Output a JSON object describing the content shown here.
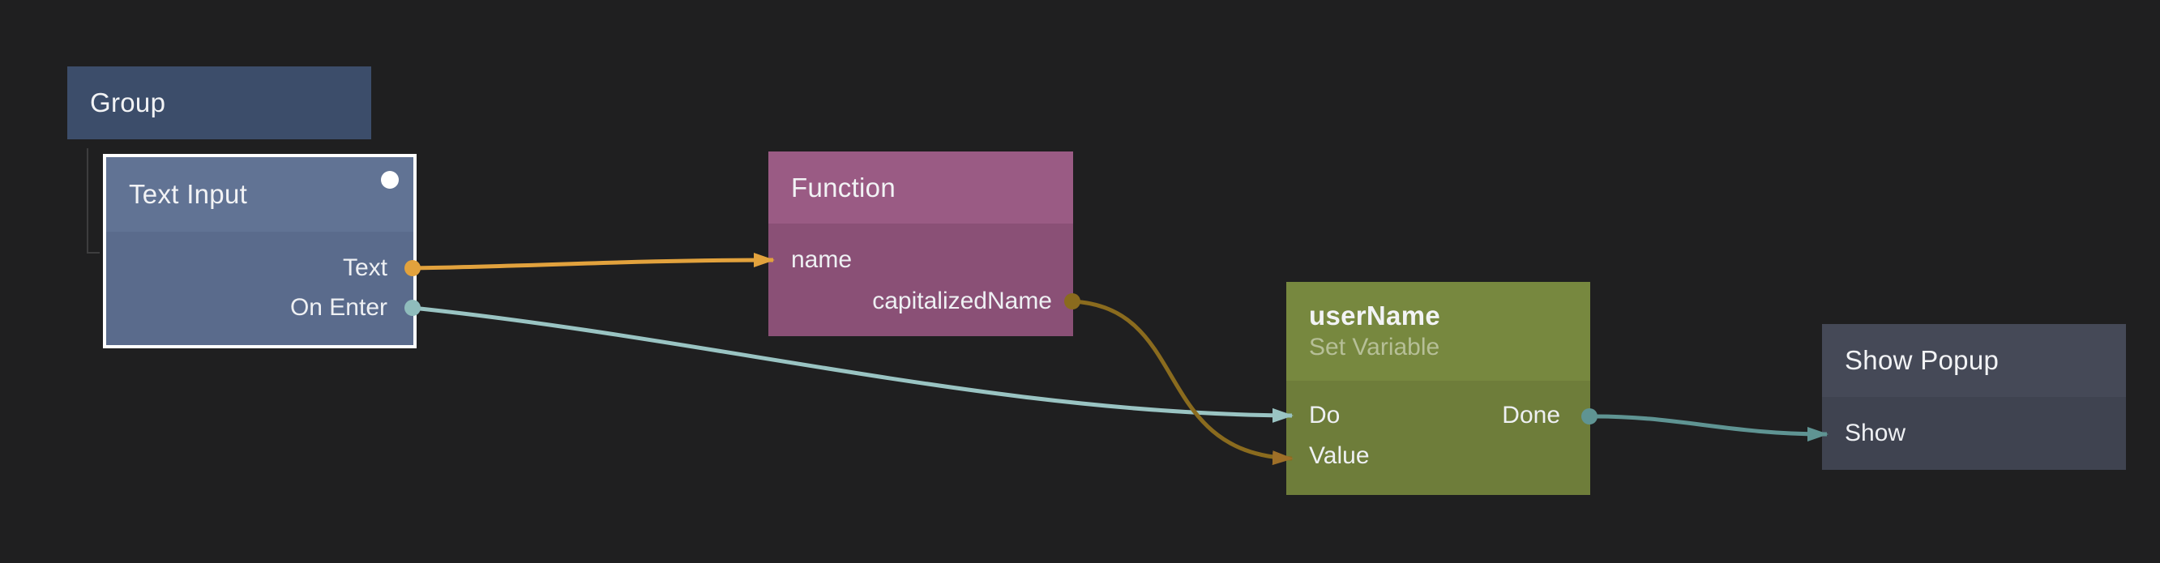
{
  "app": {
    "description": "Visual node graph editor canvas"
  },
  "canvas": {
    "background": "#1f1f20"
  },
  "palette": {
    "orange": "#e2a23d",
    "light_teal": "#9ac4c3",
    "dark_gold": "#8a6b1e",
    "teal": "#5f9493",
    "selection_white": "#ffffff"
  },
  "nodes": [
    {
      "id": "group",
      "title": "Group",
      "selected": false,
      "header_color": "#3c4d6a",
      "body_color": "#3c4d6a"
    },
    {
      "id": "text-input",
      "title": "Text Input",
      "selected": true,
      "header_color": "#617394",
      "body_color": "#5a6b8c",
      "indicator_color": "#ffffff",
      "outputs": [
        {
          "label": "Text",
          "color": "#e2a23d"
        },
        {
          "label": "On Enter",
          "color": "#8fbcbc"
        }
      ]
    },
    {
      "id": "function",
      "title": "Function",
      "selected": false,
      "header_color": "#9a5b84",
      "body_color": "#8a5076",
      "inputs": [
        {
          "label": "name"
        }
      ],
      "outputs": [
        {
          "label": "capitalizedName",
          "color": "#8a6b1e"
        }
      ]
    },
    {
      "id": "username",
      "title": "userName",
      "subtitle": "Set Variable",
      "selected": false,
      "header_color": "#77883f",
      "body_color": "#6e7d3a",
      "inputs": [
        {
          "label": "Do"
        },
        {
          "label": "Value"
        }
      ],
      "outputs": [
        {
          "label": "Done",
          "color": "#5f9493"
        }
      ]
    },
    {
      "id": "show-popup",
      "title": "Show Popup",
      "selected": false,
      "header_color": "#454957",
      "body_color": "#3f4350",
      "inputs": [
        {
          "label": "Show"
        }
      ]
    }
  ],
  "wires": [
    {
      "from": "Text Input / Text",
      "to": "Function / name",
      "color": "#e2a23d"
    },
    {
      "from": "Text Input / On Enter",
      "to": "userName / Do",
      "color": "#9ac4c3"
    },
    {
      "from": "Function / capitalizedName",
      "to": "userName / Value",
      "color": "#8a6b1e"
    },
    {
      "from": "userName / Done",
      "to": "Show Popup / Show",
      "color": "#5f9493"
    }
  ]
}
